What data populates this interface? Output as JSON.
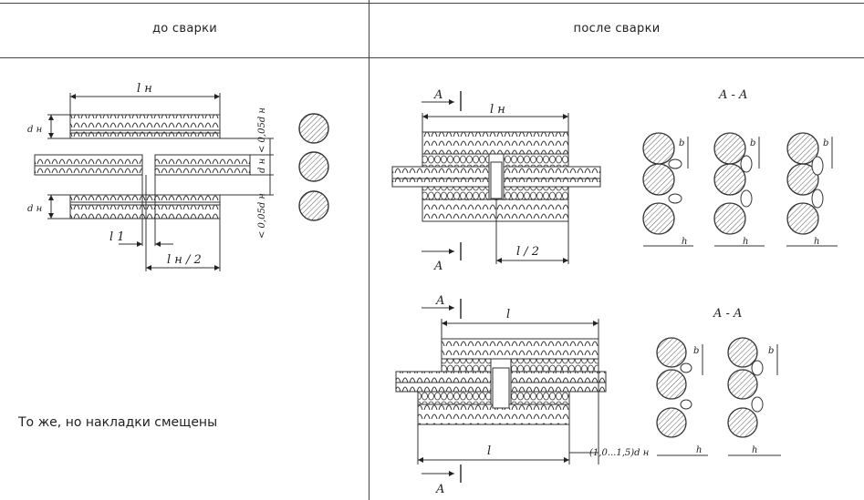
{
  "table": {
    "col_left_header": "до сварки",
    "col_right_header": "после сварки"
  },
  "note": "То же, но накладки смещены",
  "fig1": {
    "label_length": "l н",
    "label_half": "l н / 2",
    "label_l1": "l 1",
    "label_d_top": "d н",
    "label_d_mid": "d н",
    "label_d_bot": "d н",
    "label_gap_top": "< 0,05d н",
    "label_gap_bot": "< 0,05d н"
  },
  "fig2": {
    "section_mark_top": "A",
    "section_mark_bottom": "A",
    "label_length": "l н",
    "label_half": "l / 2",
    "section_title": "A - A",
    "label_b": "b",
    "label_h": "h"
  },
  "fig3": {
    "section_mark_top": "A",
    "section_mark_bottom": "A",
    "label_length_top": "l",
    "label_length_bottom": "l",
    "label_offset": "(1,0...1,5)d н",
    "section_title": "A - A",
    "label_b": "b",
    "label_h": "h"
  }
}
